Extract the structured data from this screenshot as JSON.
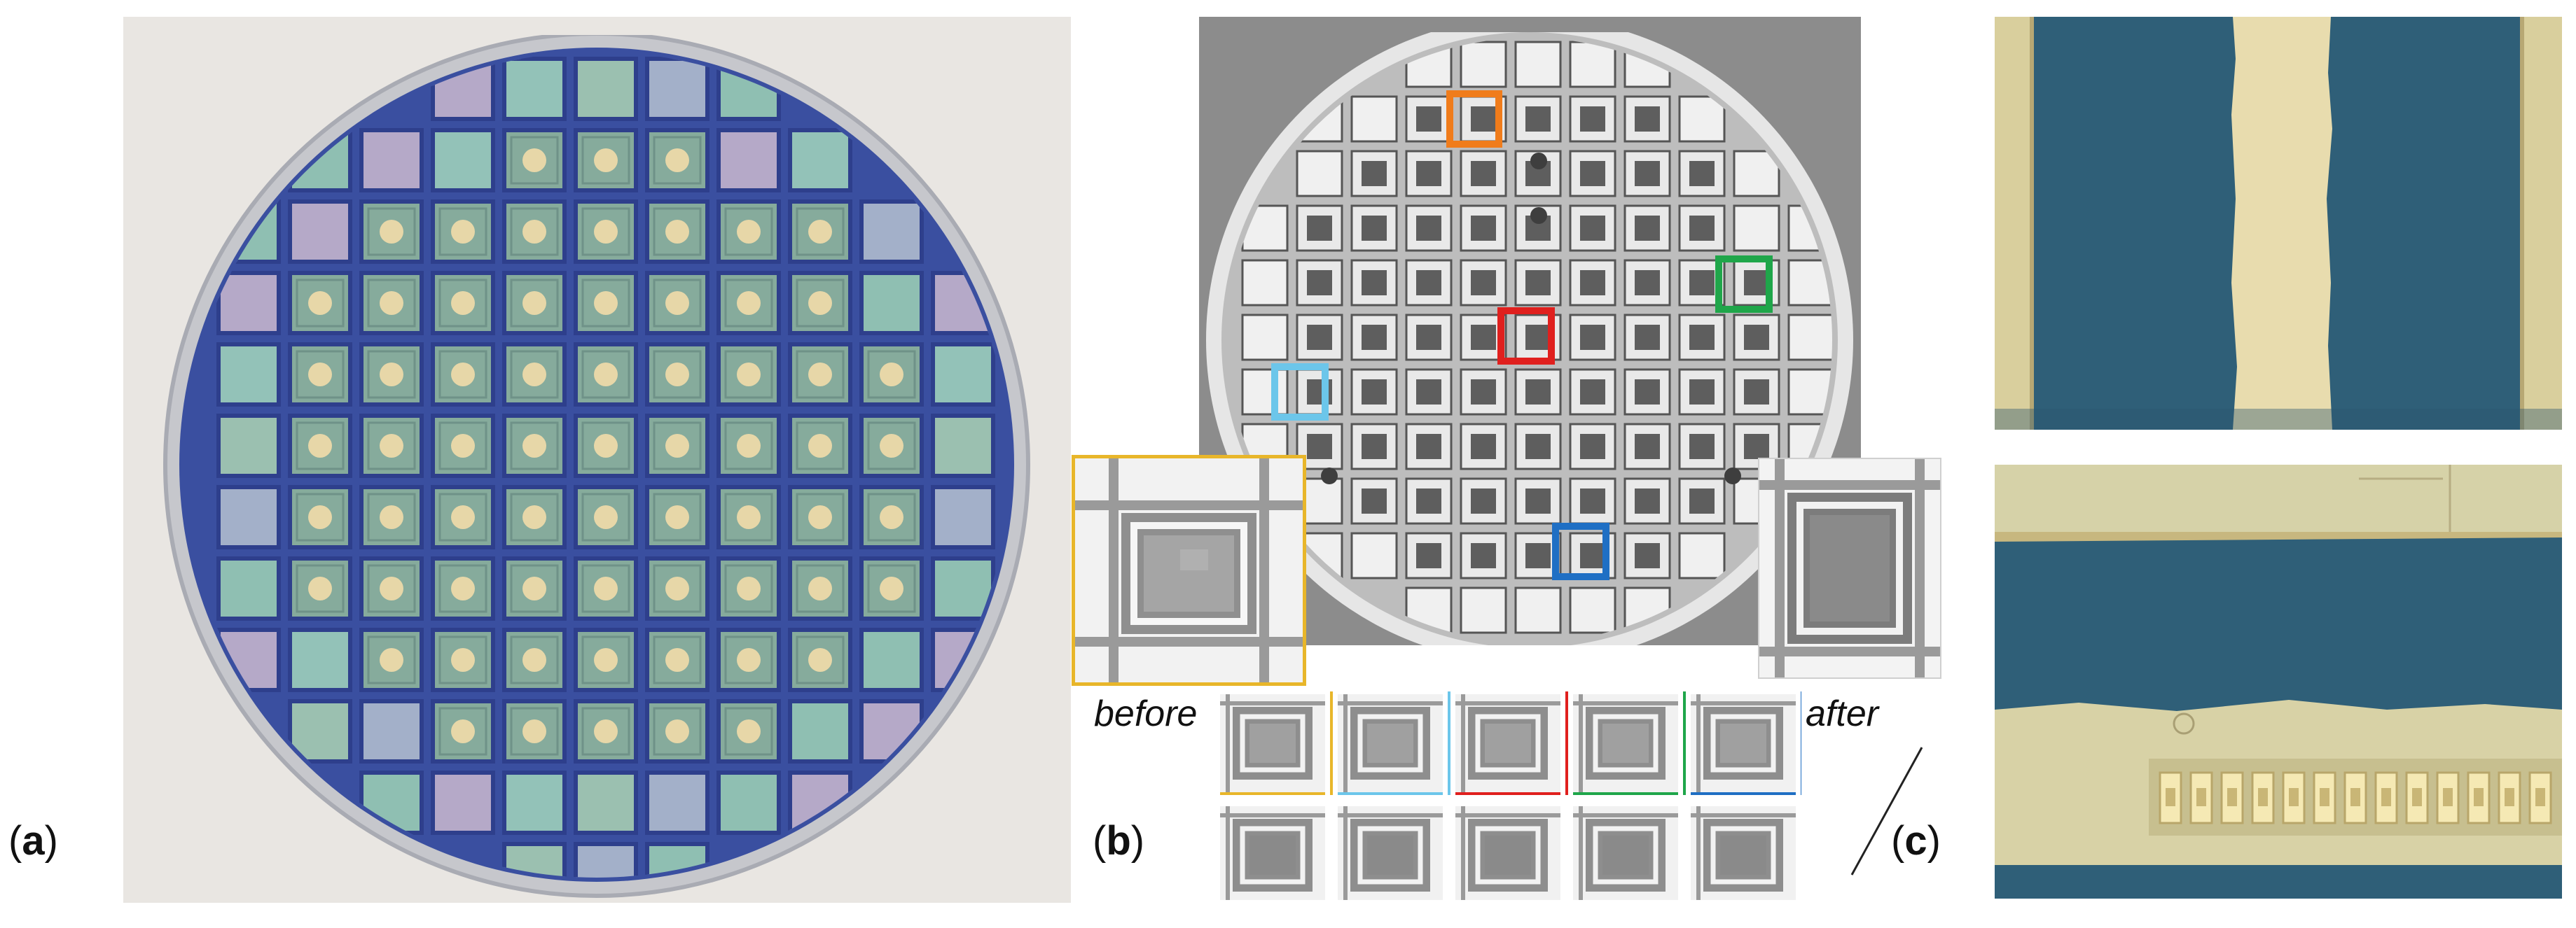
{
  "figure": {
    "panel_a": {
      "label": "a"
    },
    "panel_b": {
      "label": "b",
      "before_caption": "before",
      "after_caption": "after",
      "highlight_colors": {
        "orange": "#f07c1b",
        "green": "#1fa64a",
        "red": "#e0201e",
        "light_blue": "#6cc6ea",
        "blue": "#1f6fc4",
        "inset_border": "#e8b62a"
      }
    },
    "panel_c": {
      "label": "c"
    }
  },
  "colors": {
    "wafer_blue": "#3a4fa0",
    "die_green": "#8fb3a0",
    "pad_cream": "#e7d7a8",
    "micro_bg_blue": "#2f5f78",
    "micro_metal": "#e8dcae"
  }
}
